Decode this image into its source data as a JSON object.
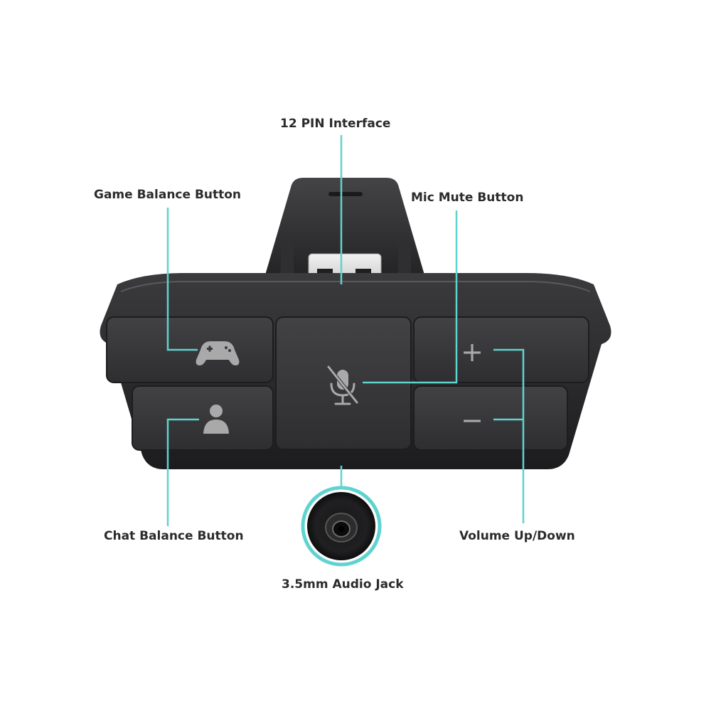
{
  "labels": {
    "pin_interface": "12 PIN Interface",
    "game_balance": "Game Balance Button",
    "mic_mute": "Mic Mute Button",
    "chat_balance": "Chat Balance Button",
    "volume": "Volume Up/Down",
    "audio_jack": "3.5mm Audio Jack"
  },
  "buttons": {
    "volume_up_symbol": "+",
    "volume_down_symbol": "−"
  },
  "colors": {
    "callout_line": "#5fd3cf",
    "device_body": "#2a2a2c",
    "button_face": "#38383a",
    "icon": "#a9a9a9"
  }
}
